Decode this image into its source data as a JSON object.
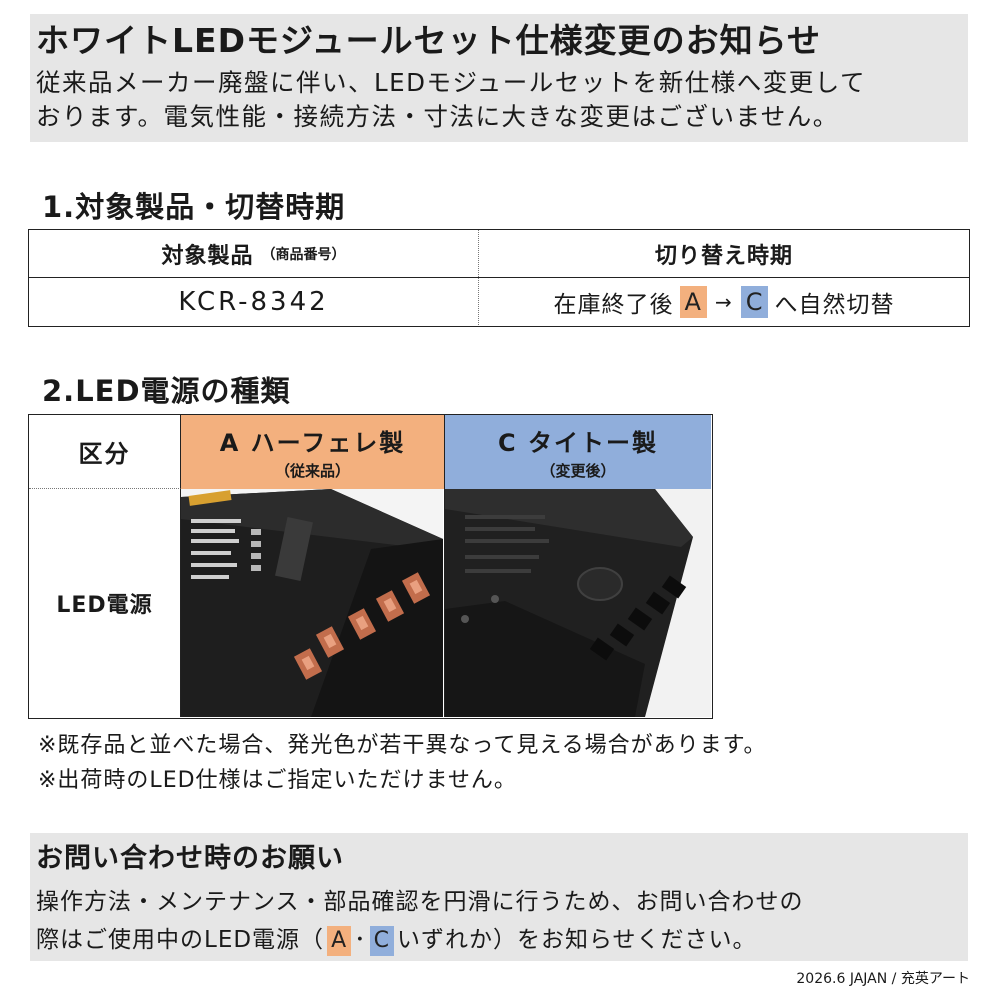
{
  "notice": {
    "title": "ホワイトLEDモジュールセット仕様変更のお知らせ",
    "line1": "従来品メーカー廃盤に伴い、LEDモジュールセットを新仕様へ変更して",
    "line2": "おります。電気性能・接続方法・寸法に大きな変更はございません。"
  },
  "section1": {
    "title": "1.対象製品・切替時期",
    "col1_header": "対象製品",
    "col1_header_note": "（商品番号）",
    "col2_header": "切り替え時期",
    "model": "KCR-8342",
    "switch_prefix": "在庫終了後",
    "badge_a": "A",
    "arrow": "→",
    "badge_c": "C",
    "switch_suffix": "へ自然切替"
  },
  "section2": {
    "title": "2.LED電源の種類",
    "col0_header": "区分",
    "col_a_header": "A ハーフェレ製",
    "col_a_note": "（従来品）",
    "col_c_header": "C タイトー製",
    "col_c_note": "（変更後）",
    "row_label": "LED電源"
  },
  "notes": [
    "※既存品と並べた場合、発光色が若干異なって見える場合があります。",
    "※出荷時のLED仕様はご指定いただけません。"
  ],
  "inquiry": {
    "title": "お問い合わせ時のお願い",
    "line1": "操作方法・メンテナンス・部品確認を円滑に行うため、お問い合わせの",
    "line2_prefix": "際はご使用中のLED電源（",
    "badge_a": "A",
    "dot": "･",
    "badge_c": "C",
    "line2_suffix": "いずれか）をお知らせください。"
  },
  "footer": "2026.6 JAJAN / 充英アート",
  "colors": {
    "badge_a": "#f3b07e",
    "badge_c": "#90aedb",
    "panel_bg": "#e6e6e6"
  }
}
